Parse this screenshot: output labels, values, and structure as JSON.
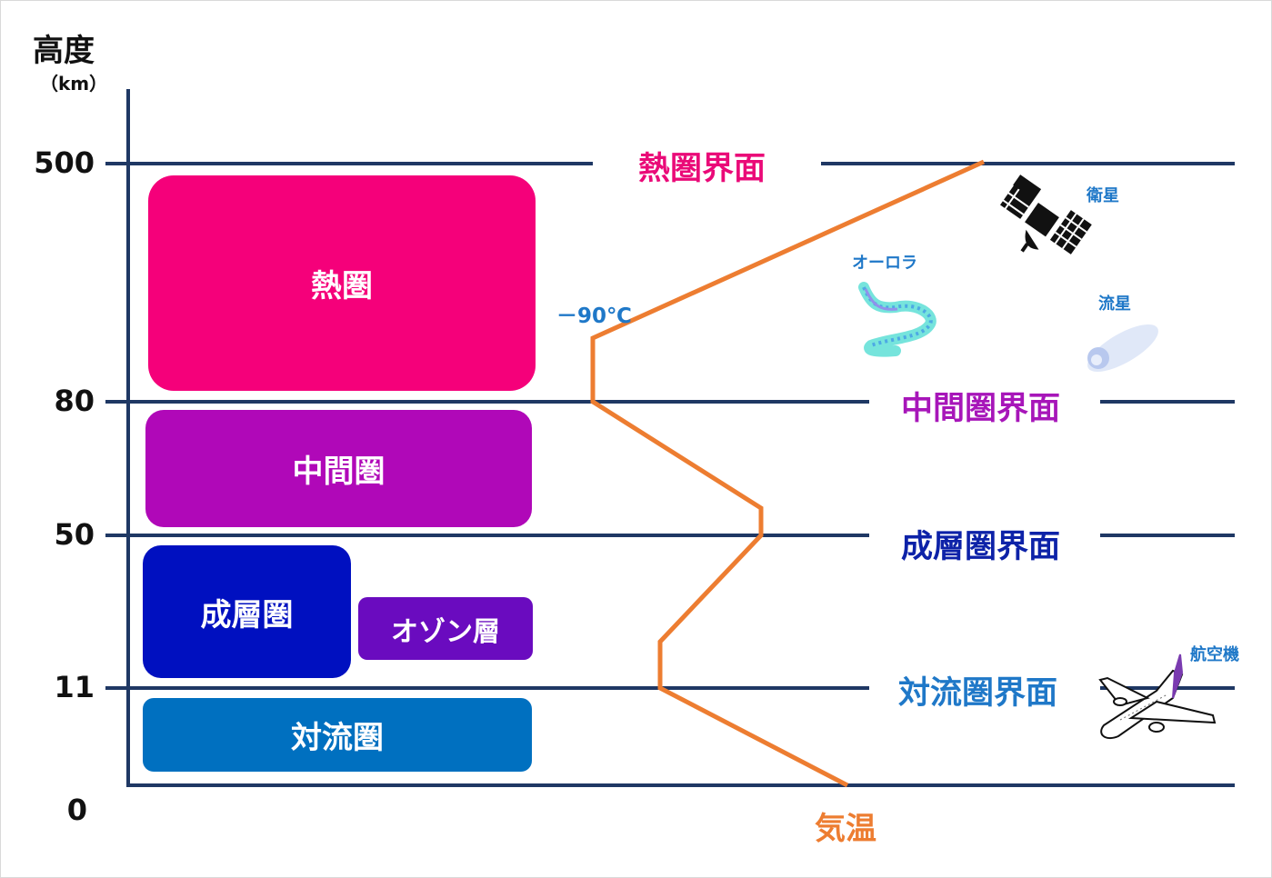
{
  "axis": {
    "title": "高度",
    "unit": "（km）",
    "ticks": [
      {
        "label": "500"
      },
      {
        "label": "80"
      },
      {
        "label": "50"
      },
      {
        "label": "11"
      },
      {
        "label": "0"
      }
    ]
  },
  "layers": {
    "thermosphere": {
      "label": "熱圏",
      "color": "#f5007a"
    },
    "mesosphere": {
      "label": "中間圏",
      "color": "#b008b8"
    },
    "stratosphere": {
      "label": "成層圏",
      "color": "#0010c0"
    },
    "ozone": {
      "label": "オゾン層",
      "color": "#6a0bbf"
    },
    "troposphere": {
      "label": "対流圏",
      "color": "#0070c0"
    }
  },
  "boundaries": {
    "thermopause": {
      "label": "熱圏界面",
      "color": "#ea0a78"
    },
    "mesopause": {
      "label": "中間圏界面",
      "color": "#a716b9"
    },
    "stratopause": {
      "label": "成層圏界面",
      "color": "#0d22a8"
    },
    "tropopause": {
      "label": "対流圏界面",
      "color": "#1f78c8"
    }
  },
  "temperature": {
    "label": "気温",
    "color": "#ed7d31",
    "min_label": "－90℃"
  },
  "objects": {
    "satellite": "衛星",
    "aurora": "オーロラ",
    "meteor": "流星",
    "airplane": "航空機",
    "icons": [
      "satellite-icon",
      "aurora-icon",
      "meteor-icon",
      "airplane-icon"
    ]
  },
  "line_color": "#1f3864"
}
